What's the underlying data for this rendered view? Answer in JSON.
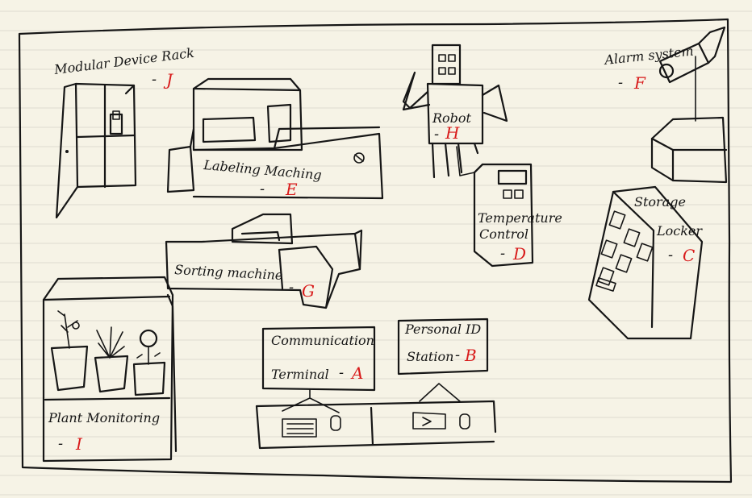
{
  "labels": {
    "modular_rack": "Modular Device Rack",
    "labeling": "Labeling Maching",
    "robot": "Robot",
    "temperature_1": "Temperature",
    "temperature_2": "Control",
    "alarm": "Alarm system",
    "storage_1": "Storage",
    "storage_2": "Locker",
    "sorting": "Sorting machine",
    "communication_1": "Communication",
    "communication_2": "Terminal",
    "personal_id_1": "Personal ID",
    "personal_id_2": "Station",
    "plant": "Plant Monitoring"
  },
  "codes": {
    "modular_rack": "J",
    "labeling": "E",
    "robot": "H",
    "temperature": "D",
    "alarm": "F",
    "storage": "C",
    "sorting": "G",
    "communication": "A",
    "personal_id": "B",
    "plant": "I"
  },
  "dash": "-",
  "colors": {
    "paper": "#f6f3e6",
    "ink": "#161616",
    "code_red": "#d81a1a",
    "rule": "#dedbd0"
  }
}
